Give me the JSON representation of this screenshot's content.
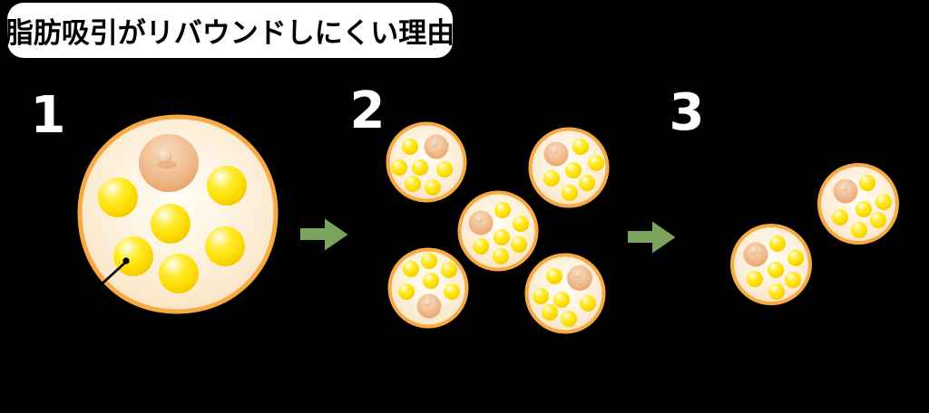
{
  "title": {
    "text": "脂肪吸引がリバウンドしにくい理由"
  },
  "stages": [
    {
      "label": "1",
      "cell_count": 1,
      "droplets_per_cell": 6
    },
    {
      "label": "2",
      "cell_count": 5,
      "droplets_per_cell": 6
    },
    {
      "label": "3",
      "cell_count": 2,
      "droplets_per_cell": 6
    }
  ],
  "icons": {
    "arrow_1": "arrow-right-icon",
    "arrow_2": "arrow-right-icon"
  },
  "colors": {
    "background": "#000000",
    "title_background": "#FFFFFF",
    "title_text": "#000000",
    "stage_number_text": "#FFFFFF",
    "arrow_green": "#7BA55D",
    "cell_border_orange": "#F7AA43",
    "cell_fill_cream": "#FDF1DC",
    "fat_droplet_yellow": "#FFE10A",
    "nucleus_tan": "#F0BE92",
    "pointer_line": "#000000"
  }
}
